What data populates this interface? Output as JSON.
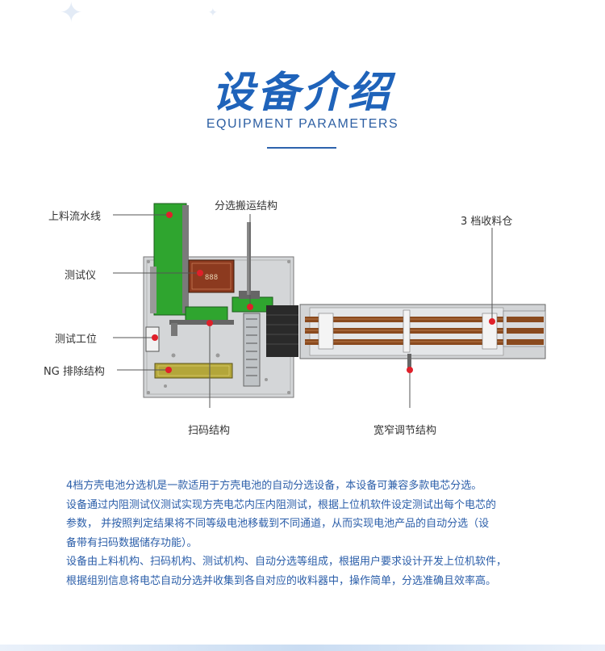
{
  "header": {
    "title_cn": "设备介绍",
    "title_en": "EQUIPMENT PARAMETERS"
  },
  "diagram": {
    "labels": {
      "feed_line": "上料流水线",
      "sorting_transfer": "分选搬运结构",
      "bin_3": "3 档收料仓",
      "tester": "测试仪",
      "test_station": "测试工位",
      "ng_reject": "NG 排除结构",
      "scan_code": "扫码结构",
      "width_adjust": "宽窄调节结构"
    },
    "tester_screen_text": "888"
  },
  "description": {
    "paragraphs": [
      "4档方壳电池分选机是一款适用于方壳电池的自动分选设备，本设备可兼容多款电芯分选。",
      "设备通过内阻测试仪测试实现方壳电芯内压内阻测试，根据上位机软件设定测试出每个电芯的",
      "参数， 并按照判定结果将不同等级电池移载到不同通道，从而实现电池产品的自动分选（设",
      "备带有扫码数据储存功能）。",
      "设备由上料机构、扫码机构、测试机构、自动分选等组成，根据用户要求设计开发上位机软件，",
      "根据组别信息将电芯自动分选并收集到各自对应的收料器中，操作简单，分选准确且效率高。"
    ]
  },
  "colors": {
    "title_blue": "#1f63ba",
    "text_blue": "#2b5ea9",
    "marker_red": "#e0202a",
    "machine_green": "#2fa52f",
    "frame_gray": "#d2d4d6",
    "rail_brown": "#8a4a1e"
  }
}
